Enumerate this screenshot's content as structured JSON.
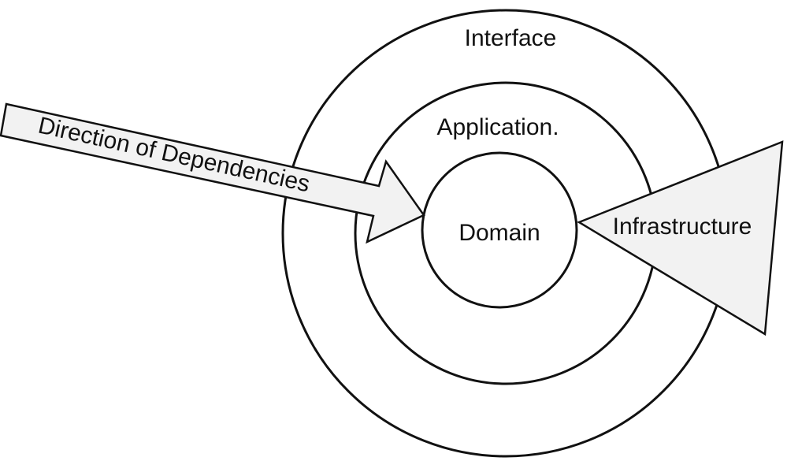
{
  "diagram": {
    "layers": {
      "outer": "Interface",
      "middle": "Application.",
      "inner": "Domain"
    },
    "arrow_label": "Direction of Dependencies",
    "wedge_label": "Infrastructure",
    "colors": {
      "stroke": "#111111",
      "shape_fill": "#f2f2f2",
      "background": "#ffffff"
    }
  }
}
